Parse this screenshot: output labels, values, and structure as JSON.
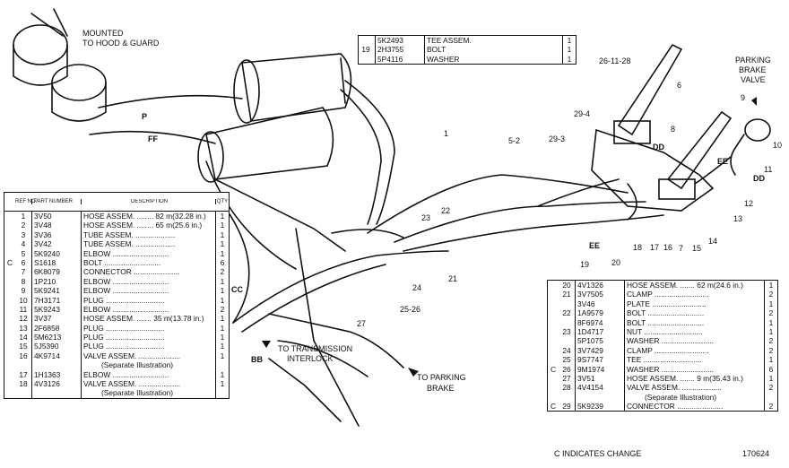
{
  "callouts": {
    "mounted": [
      "MOUNTED",
      "TO HOOD & GUARD"
    ],
    "parking_valve": [
      "PARKING",
      "BRAKE",
      "VALVE"
    ],
    "to_transmission": [
      "TO TRANSMISSION",
      "INTERLOCK"
    ],
    "to_parking_brake": [
      "TO PARKING",
      "BRAKE"
    ],
    "letters": [
      "P",
      "FF",
      "CC",
      "BB",
      "EE",
      "DD",
      "EE",
      "DD"
    ],
    "numbers": [
      "26-11-28",
      "6",
      "9",
      "10",
      "11",
      "12",
      "8",
      "29-4",
      "29-3",
      "5-2",
      "1",
      "13",
      "14",
      "15",
      "7",
      "16",
      "17",
      "18",
      "20",
      "19",
      "22",
      "23",
      "21",
      "24",
      "25-26",
      "27"
    ]
  },
  "top_table": {
    "ref": "19",
    "rows": [
      {
        "part": "5K2493",
        "desc": "TEE ASSEM.",
        "qty": "1"
      },
      {
        "part": "2H3755",
        "desc": "BOLT",
        "qty": "1"
      },
      {
        "part": "5P4116",
        "desc": "WASHER",
        "qty": "1"
      }
    ]
  },
  "left_table": {
    "headers": {
      "ref": "REF NO.",
      "part": "PART NUMBER",
      "desc": "DESCRIPTION",
      "qty": "QTY"
    },
    "rows": [
      {
        "mark": "",
        "ref": "1",
        "part": "3V50",
        "desc": "HOSE ASSEM. ........ 82 m(32.28 in.)",
        "qty": "1"
      },
      {
        "mark": "",
        "ref": "2",
        "part": "3V48",
        "desc": "HOSE ASSEM. ........ 65 m(25.6 in.)",
        "qty": "1"
      },
      {
        "mark": "",
        "ref": "3",
        "part": "3V36",
        "desc": "TUBE ASSEM. ...................",
        "qty": "1"
      },
      {
        "mark": "",
        "ref": "4",
        "part": "3V42",
        "desc": "TUBE ASSEM. ...................",
        "qty": "1"
      },
      {
        "mark": "",
        "ref": "5",
        "part": "5K9240",
        "desc": "ELBOW ...........................",
        "qty": "1"
      },
      {
        "mark": "C",
        "ref": "6",
        "part": "S1618",
        "desc": "BOLT ...........................",
        "qty": "6"
      },
      {
        "mark": "",
        "ref": "7",
        "part": "6K8079",
        "desc": "CONNECTOR ......................",
        "qty": "2"
      },
      {
        "mark": "",
        "ref": "8",
        "part": "1P210",
        "desc": "ELBOW ...........................",
        "qty": "1"
      },
      {
        "mark": "",
        "ref": "9",
        "part": "5K9241",
        "desc": "ELBOW ...........................",
        "qty": "1"
      },
      {
        "mark": "",
        "ref": "10",
        "part": "7H3171",
        "desc": "PLUG ............................",
        "qty": "1"
      },
      {
        "mark": "",
        "ref": "11",
        "part": "5K9243",
        "desc": "ELBOW ...........................",
        "qty": "2"
      },
      {
        "mark": "",
        "ref": "12",
        "part": "3V37",
        "desc": "HOSE ASSEM. ....... 35 m(13.78 in.)",
        "qty": "1"
      },
      {
        "mark": "",
        "ref": "13",
        "part": "2F6858",
        "desc": "PLUG ............................",
        "qty": "1"
      },
      {
        "mark": "",
        "ref": "14",
        "part": "5M6213",
        "desc": "PLUG ............................",
        "qty": "1"
      },
      {
        "mark": "",
        "ref": "15",
        "part": "5J5390",
        "desc": "PLUG ............................",
        "qty": "1"
      },
      {
        "mark": "",
        "ref": "16",
        "part": "4K9714",
        "desc": "VALVE ASSEM. ....................",
        "qty": "1"
      },
      {
        "mark": "",
        "ref": "",
        "part": "",
        "desc": "(Separate Illustration)",
        "qty": "",
        "sub": true
      },
      {
        "mark": "",
        "ref": "17",
        "part": "1H1363",
        "desc": "ELBOW ...........................",
        "qty": "1"
      },
      {
        "mark": "",
        "ref": "18",
        "part": "4V3126",
        "desc": "VALVE ASSEM. ....................",
        "qty": "1"
      },
      {
        "mark": "",
        "ref": "",
        "part": "",
        "desc": "(Separate Illustration)",
        "qty": "",
        "sub": true
      }
    ]
  },
  "right_table": {
    "rows": [
      {
        "mark": "",
        "ref": "20",
        "part": "4V1326",
        "desc": "HOSE ASSEM. ....... 62 m(24.6 in.)",
        "qty": "1"
      },
      {
        "mark": "",
        "ref": "21",
        "part": "3V7505",
        "desc": "CLAMP ..........................",
        "qty": "2"
      },
      {
        "mark": "",
        "ref": "",
        "part": "3V46",
        "desc": "PLATE ..........................",
        "qty": "1"
      },
      {
        "mark": "",
        "ref": "22",
        "part": "1A9579",
        "desc": "BOLT ...........................",
        "qty": "2"
      },
      {
        "mark": "",
        "ref": "",
        "part": "8F6974",
        "desc": "BOLT ...........................",
        "qty": "1"
      },
      {
        "mark": "",
        "ref": "23",
        "part": "1D4717",
        "desc": "NUT ............................",
        "qty": "1"
      },
      {
        "mark": "",
        "ref": "",
        "part": "5P1075",
        "desc": "WASHER .........................",
        "qty": "2"
      },
      {
        "mark": "",
        "ref": "24",
        "part": "3V7429",
        "desc": "CLAMP ..........................",
        "qty": "2"
      },
      {
        "mark": "",
        "ref": "25",
        "part": "9S7747",
        "desc": "TEE ............................",
        "qty": "1"
      },
      {
        "mark": "C",
        "ref": "26",
        "part": "9M1974",
        "desc": "WASHER .........................",
        "qty": "6"
      },
      {
        "mark": "",
        "ref": "27",
        "part": "3V51",
        "desc": "HOSE ASSEM. ....... 9 m(35.43 in.)",
        "qty": "1"
      },
      {
        "mark": "",
        "ref": "28",
        "part": "4V4154",
        "desc": "VALVE ASSEM. ...................",
        "qty": "2"
      },
      {
        "mark": "",
        "ref": "",
        "part": "",
        "desc": "(Separate Illustration)",
        "qty": "",
        "sub": true
      },
      {
        "mark": "C",
        "ref": "29",
        "part": "5K9239",
        "desc": "CONNECTOR ......................",
        "qty": "2"
      }
    ]
  },
  "footer": {
    "change_note": "C INDICATES CHANGE",
    "figure_id": "170624"
  }
}
